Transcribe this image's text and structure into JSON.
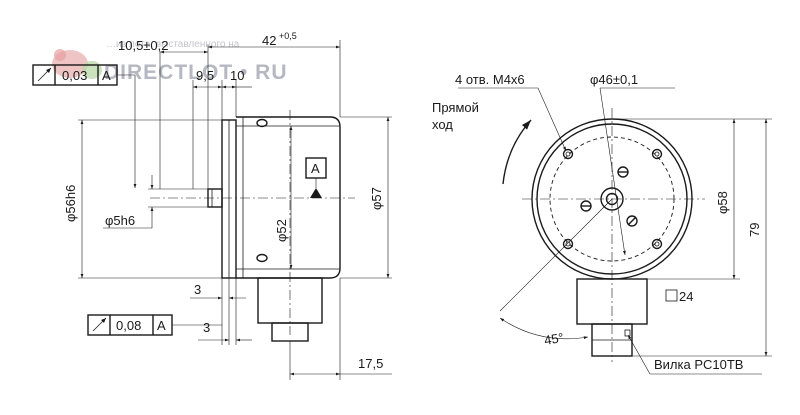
{
  "watermark": {
    "text": "DIRECTLOT • RU",
    "subtext": "…из лота, выставленного на"
  },
  "side_view": {
    "tol_frame_top": {
      "value": "0,03",
      "datum": "A"
    },
    "tol_frame_bottom": {
      "value": "0,08",
      "datum": "A"
    },
    "dim_shaft_offset": "10,5±0,2",
    "dim_total_length": "42",
    "dim_total_length_tol": "+0,5",
    "dim_9_5": "9,5",
    "dim_10": "10",
    "dim_flange_dia": "φ56h6",
    "dim_shaft_dia": "φ5h6",
    "dim_body_dia": "φ57",
    "dim_inner_dia": "φ52",
    "dim_3_upper": "3",
    "dim_3_lower": "3",
    "dim_connector": "17,5",
    "datum_label": "A"
  },
  "front_view": {
    "holes_label": "4 отв. M4x6",
    "pcd_label": "φ46±0,1",
    "rotation_label_line1": "Прямой",
    "rotation_label_line2": "ход",
    "dim_body_dia": "φ58",
    "dim_height": "79",
    "dim_square": "24",
    "dim_angle": "45°",
    "connector_label": "Вилка PC10TB"
  }
}
